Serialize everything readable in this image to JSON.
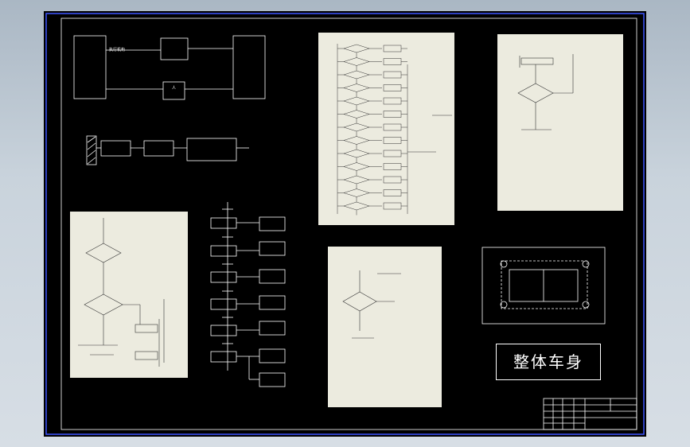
{
  "labels": {
    "execute": "执行机构",
    "human": "人",
    "main_title": "整体车身"
  }
}
